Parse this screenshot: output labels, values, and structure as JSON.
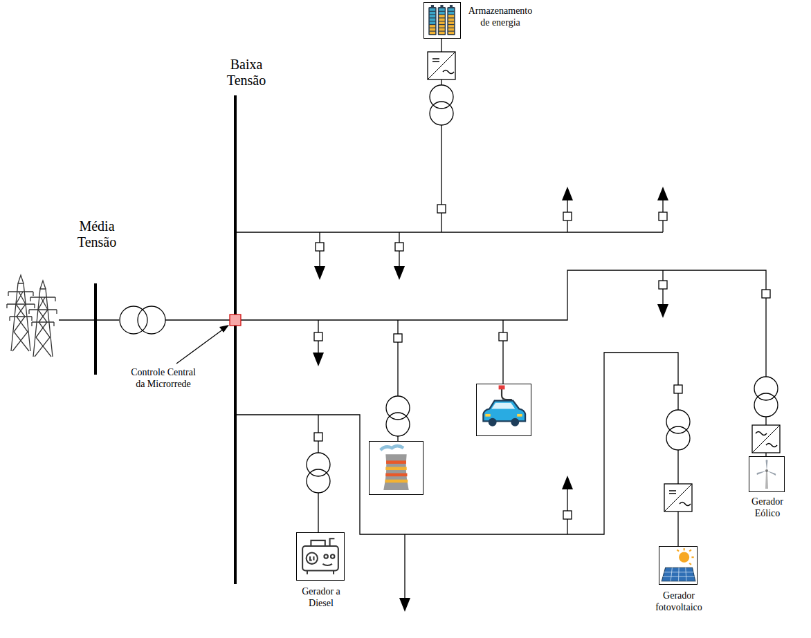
{
  "diagram": {
    "nodes": [
      {
        "text": [
          "Armazenamento de energia"
        ]
      },
      {
        "text": [
          "Gerador a Diesel"
        ]
      },
      {
        "text": [
          "Gerador fotovoltaico"
        ]
      },
      {
        "text": [
          "Gerador Eólico"
        ]
      }
    ],
    "labels": [
      "Baixa Tensão",
      "Média Tensão",
      "Controle Central da Microrrede"
    ]
  }
}
